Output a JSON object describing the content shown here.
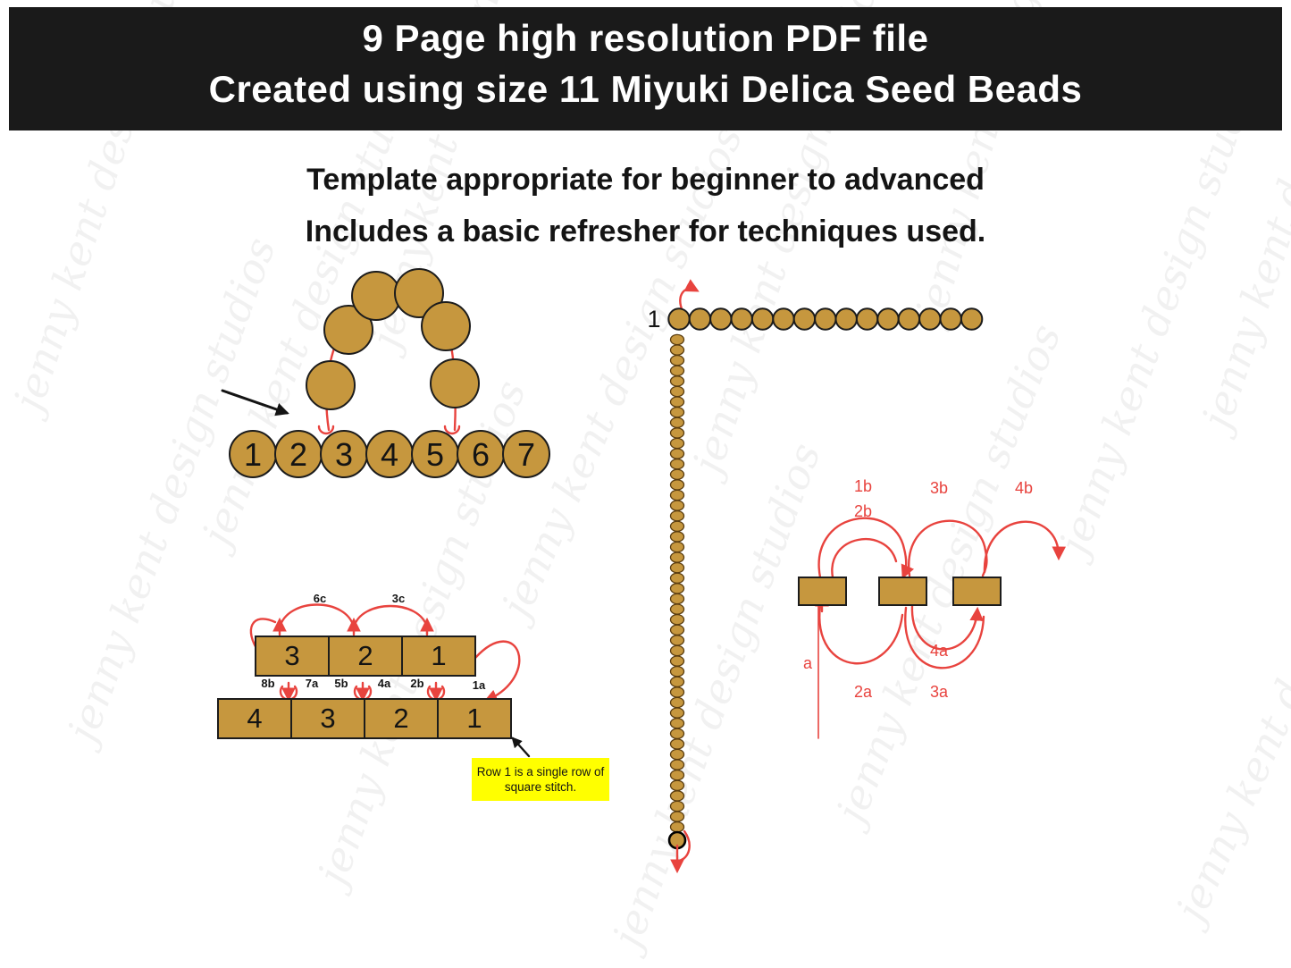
{
  "header": {
    "line1": "9 Page high resolution PDF file",
    "line2": "Created using size 11 Miyuki Delica Seed Beads"
  },
  "subtitle": {
    "line1": "Template appropriate for beginner to advanced",
    "line2": "Includes a basic refresher for techniques used."
  },
  "watermark": {
    "text": "jenny kent design studios"
  },
  "colors": {
    "bead": "#C6973E",
    "bead_outline": "#1c1c1c",
    "thread": "#E8433E",
    "banner_bg": "#1A1A1A",
    "banner_fg": "#FFFFFF",
    "note_bg": "#FFFF00"
  },
  "peyote": {
    "labels": [
      "1",
      "2",
      "3",
      "4",
      "5",
      "6",
      "7"
    ],
    "arch_bead_count": 6
  },
  "strand": {
    "label": "1",
    "horizontal_count": 15,
    "vertical_count": 48
  },
  "square": {
    "top": [
      "3",
      "2",
      "1"
    ],
    "bottom": [
      "4",
      "3",
      "2",
      "1"
    ],
    "arcs": [
      "6c",
      "3c"
    ],
    "mids": [
      "8b",
      "7a",
      "5b",
      "4a",
      "2b",
      "1a"
    ],
    "note": {
      "line1": "Row 1 is a single row of",
      "line2": "square stitch."
    }
  },
  "right": {
    "labels": {
      "b1": "1b",
      "b2": "2b",
      "b3": "3b",
      "b4": "4b",
      "a": "a",
      "a2": "2a",
      "a3": "3a",
      "a4": "4a"
    }
  }
}
